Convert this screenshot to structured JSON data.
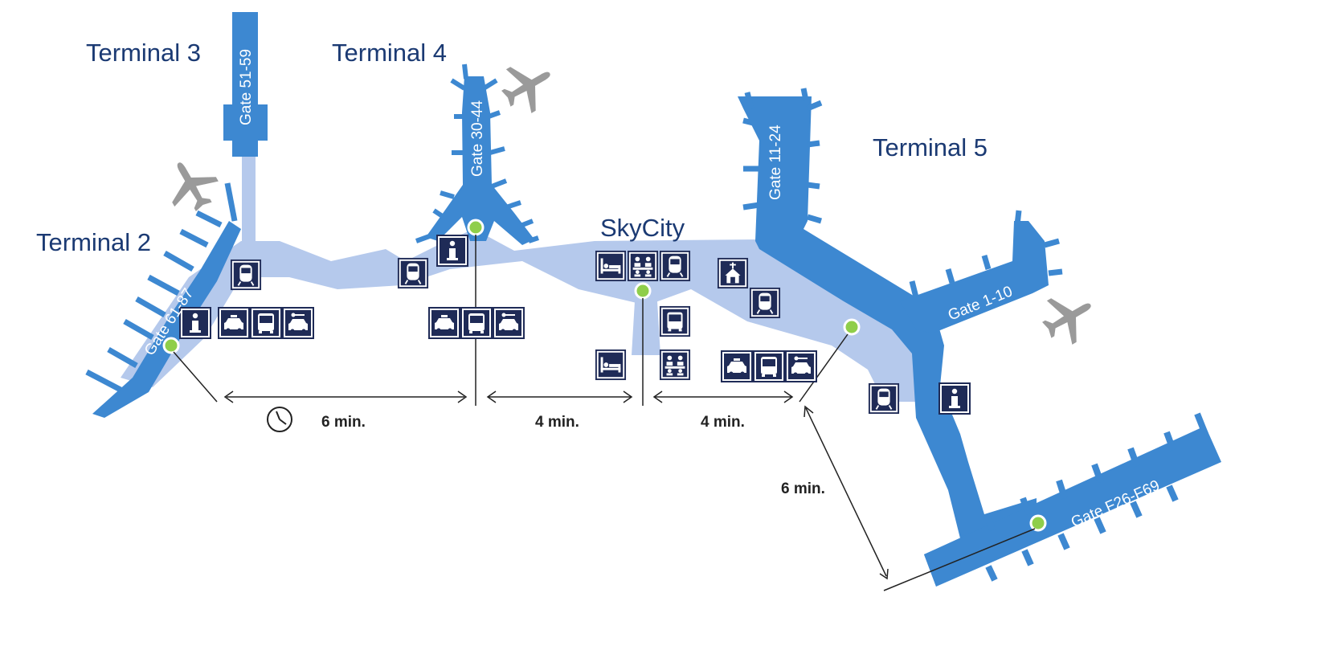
{
  "terminals": {
    "t2": "Terminal 2",
    "t3": "Terminal 3",
    "t4": "Terminal 4",
    "t5": "Terminal 5",
    "skycity": "SkyCity"
  },
  "gates": {
    "t2": "Gate 61-87",
    "t3": "Gate 51-59",
    "t4": "Gate 30-44",
    "t5a": "Gate 11-24",
    "t5b": "Gate 1-10",
    "t5c": "Gate F26-F69"
  },
  "walking_times": {
    "t2_t4": "6 min.",
    "t4_skycity": "4 min.",
    "skycity_t5": "4 min.",
    "t5_f": "6 min."
  },
  "colors": {
    "pier": "#3d88d1",
    "walkway": "#b5c9ec",
    "label": "#1b3a73",
    "icon_bg": "#1f2b57",
    "plane": "#9a9a9a",
    "dot": "#8fce4a"
  }
}
